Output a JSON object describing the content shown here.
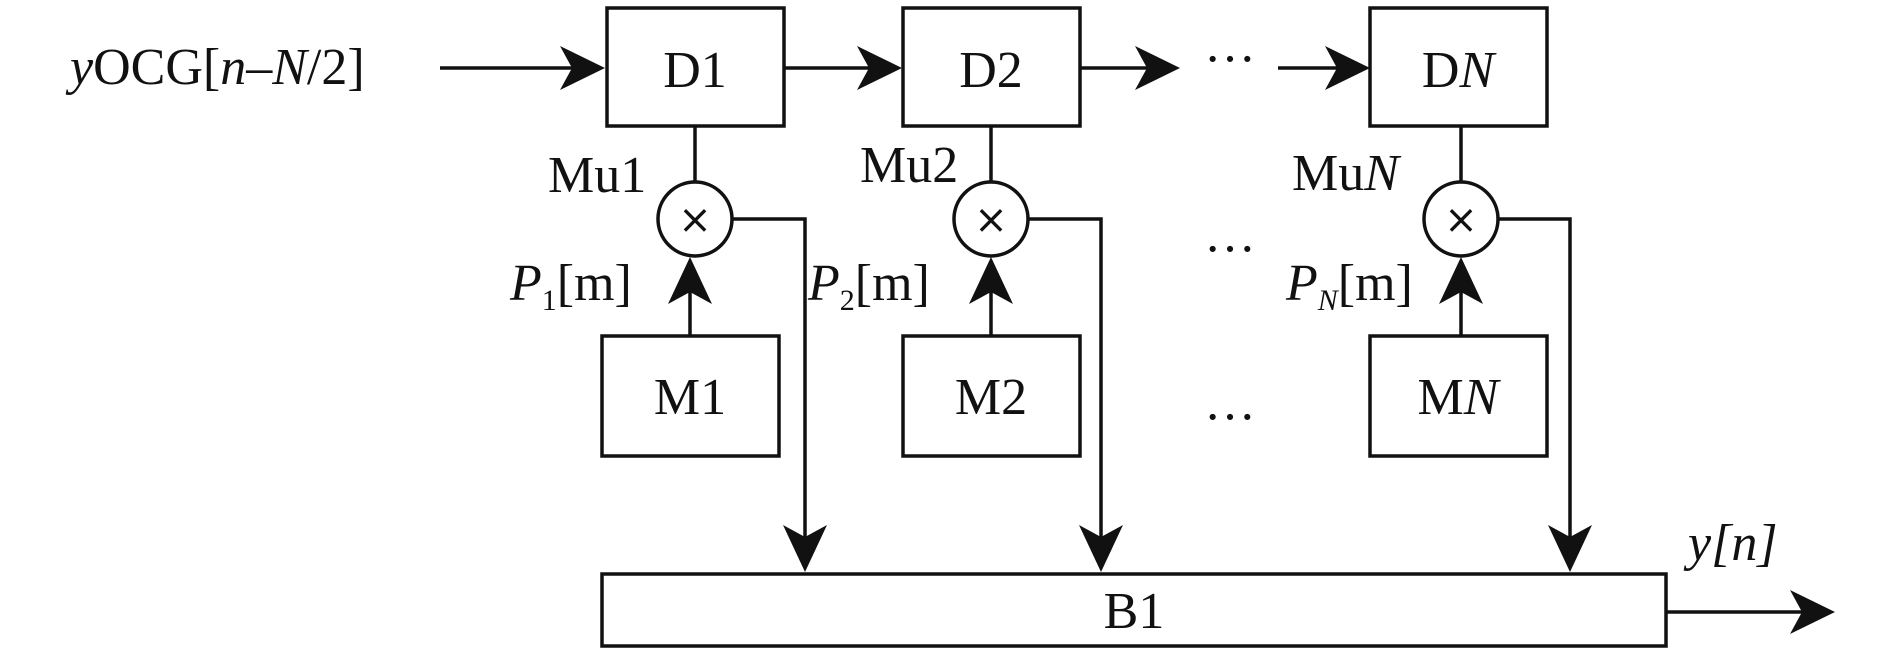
{
  "input_label": {
    "y": "y",
    "ocg": "OCG",
    "lb": "[",
    "n": "n",
    "dash": "–",
    "N": "N",
    "slash2": "/2",
    "rb": "]"
  },
  "delays": [
    {
      "id": "D1",
      "prefix": "D",
      "suffix": "1",
      "italic": false
    },
    {
      "id": "D2",
      "prefix": "D",
      "suffix": "2",
      "italic": false
    },
    {
      "id": "DN",
      "prefix": "D",
      "suffix": "N",
      "italic": true
    }
  ],
  "multipliers": [
    {
      "id": "Mu1",
      "prefix": "Mu",
      "suffix": "1",
      "italic": false,
      "symbol": "×"
    },
    {
      "id": "Mu2",
      "prefix": "Mu",
      "suffix": "2",
      "italic": false,
      "symbol": "×"
    },
    {
      "id": "MuN",
      "prefix": "Mu",
      "suffix": "N",
      "italic": true,
      "symbol": "×"
    }
  ],
  "coefficients": [
    {
      "P": "P",
      "sub": "1",
      "sub_italic": false,
      "arg": "[m]"
    },
    {
      "P": "P",
      "sub": "2",
      "sub_italic": false,
      "arg": "[m]"
    },
    {
      "P": "P",
      "sub": "N",
      "sub_italic": true,
      "arg": "[m]"
    }
  ],
  "memories": [
    {
      "id": "M1",
      "prefix": "M",
      "suffix": "1",
      "italic": false
    },
    {
      "id": "M2",
      "prefix": "M",
      "suffix": "2",
      "italic": false
    },
    {
      "id": "MN",
      "prefix": "M",
      "suffix": "N",
      "italic": true
    }
  ],
  "ellipsis": "···",
  "sum_block": "B1",
  "output_label": "y[n]"
}
